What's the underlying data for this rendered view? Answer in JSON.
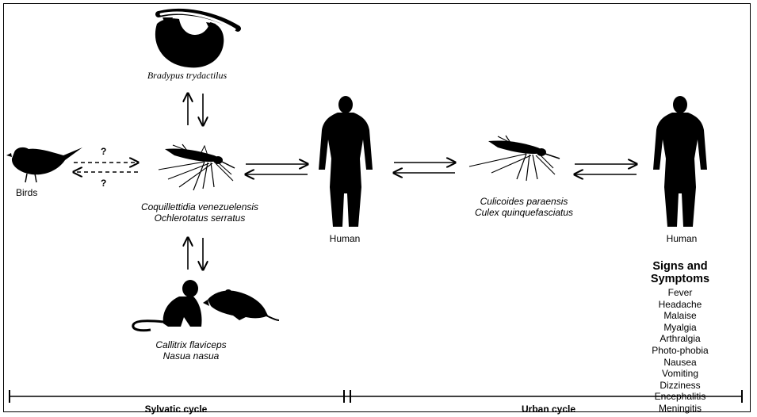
{
  "labels": {
    "bradypus": "Bradypus trydactilus",
    "birds": "Birds",
    "q_top": "?",
    "q_bottom": "?",
    "mosquito1_line1": "Coquillettidia venezuelensis",
    "mosquito1_line2": "Ochlerotatus serratus",
    "human1": "Human",
    "mosquito2_line1": "Culicoides paraensis",
    "mosquito2_line2": "Culex quinquefasciatus",
    "human2": "Human",
    "reservoir_line1": "Callitrix flaviceps",
    "reservoir_line2": "Nasua nasua"
  },
  "symptoms": {
    "title": "Signs and Symptoms",
    "items": [
      "Fever",
      "Headache",
      "Malaise",
      "Myalgia",
      "Arthralgia",
      "Photo-phobia",
      "Nausea",
      "Vomiting",
      "Dizziness",
      "Encephalitis",
      "Meningitis"
    ]
  },
  "cycles": {
    "sylvatic": "Sylvatic cycle",
    "urban": "Urban cycle"
  },
  "colors": {
    "silhouette": "#000000",
    "line": "#000000",
    "background": "#ffffff"
  }
}
